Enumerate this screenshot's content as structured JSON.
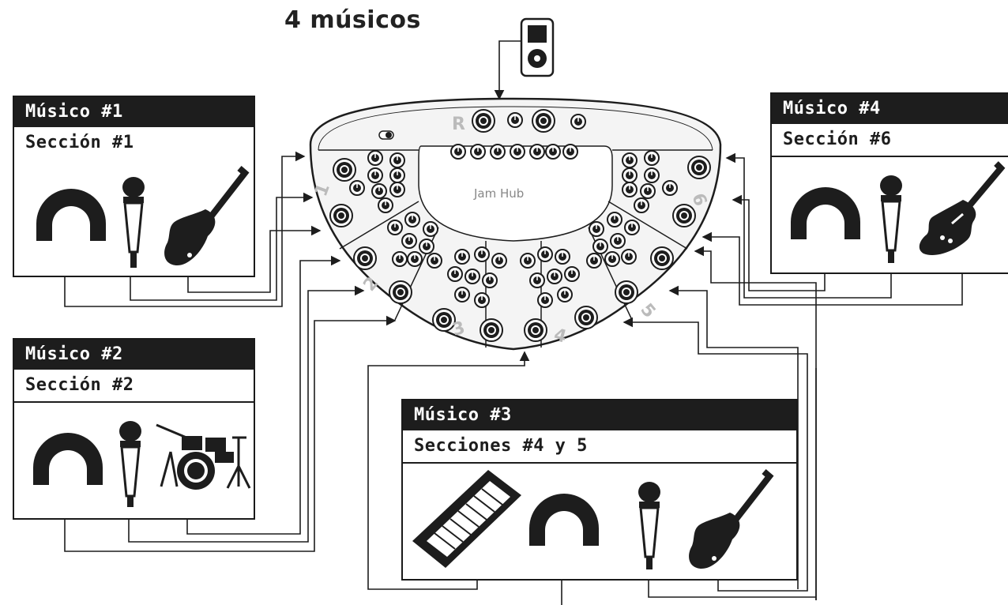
{
  "title": "4 músicos",
  "hub": {
    "logo": "Jam Hub",
    "sections": [
      "R",
      "1",
      "2",
      "3",
      "4",
      "5",
      "6"
    ]
  },
  "panels": [
    {
      "musician": "Músico #1",
      "section": "Sección #1",
      "instruments": [
        "headphones-icon",
        "microphone-icon",
        "electric-guitar-icon"
      ]
    },
    {
      "musician": "Músico #2",
      "section": "Sección #2",
      "instruments": [
        "headphones-icon",
        "microphone-icon",
        "drum-kit-icon"
      ]
    },
    {
      "musician": "Músico #3",
      "section": "Secciones #4 y 5",
      "instruments": [
        "keyboard-icon",
        "headphones-icon",
        "microphone-icon",
        "electric-guitar-icon"
      ]
    },
    {
      "musician": "Músico #4",
      "section": "Sección #6",
      "instruments": [
        "headphones-icon",
        "microphone-icon",
        "bass-guitar-icon"
      ]
    }
  ],
  "colors": {
    "ink": "#1d1d1d",
    "device": "#f4f4f4"
  }
}
